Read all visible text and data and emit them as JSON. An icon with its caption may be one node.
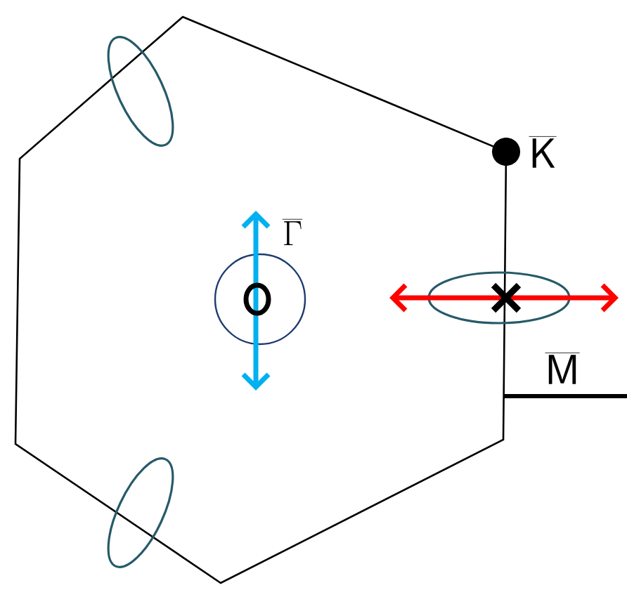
{
  "diagram": {
    "labels": [
      "\\overline{\\mathsf{K}}",
      "\\overline{\\Gamma}",
      "\\overline{\\mathsf{M}}"
    ]
  }
}
